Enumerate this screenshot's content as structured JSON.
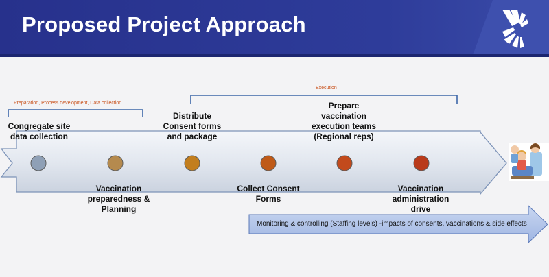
{
  "slide": {
    "title": "Proposed Project Approach"
  },
  "brackets": {
    "preparation": "Preparation, Process development, Data collection",
    "execution": "Execution"
  },
  "stages_top": [
    "Congregate site\ndata collection",
    "Distribute\nConsent forms\nand package",
    "Prepare\nvaccination\nexecution teams\n(Regional reps)"
  ],
  "stages_bottom": [
    "Vaccination\npreparedness &\nPlanning",
    "Collect Consent\nForms",
    "Vaccination\nadministration\ndrive"
  ],
  "monitoring": "Monitoring & controlling (Staffing levels) -impacts of consents, vaccinations & side effects",
  "colors": {
    "title_bar": "#2e3c9a",
    "milestones": [
      "#8fa0b6",
      "#b58a4e",
      "#c27e1e",
      "#bf5a18",
      "#c24a1c",
      "#b93a1a"
    ],
    "bracket": "#3d67a8",
    "bracket_label": "#c9521c"
  },
  "icons": [
    "company-logo",
    "nurse-patient-clipart"
  ]
}
